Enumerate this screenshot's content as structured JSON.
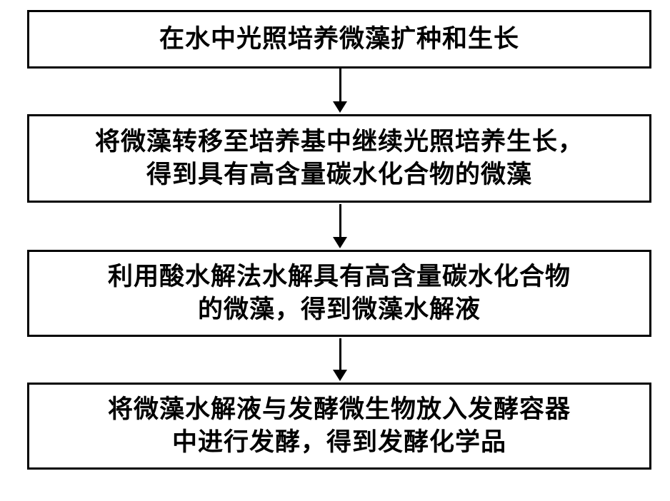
{
  "flowchart": {
    "title": "",
    "colors": {
      "border": "#000000",
      "background": "#ffffff",
      "text": "#000000"
    },
    "steps": [
      {
        "id": "step-1",
        "lines": [
          "在水中光照培养微藻扩种和生长"
        ]
      },
      {
        "id": "step-2",
        "lines": [
          "将微藻转移至培养基中继续光照培养生长，",
          "得到具有高含量碳水化合物的微藻"
        ]
      },
      {
        "id": "step-3",
        "lines": [
          "利用酸水解法水解具有高含量碳水化合物",
          "的微藻，得到微藻水解液"
        ]
      },
      {
        "id": "step-4",
        "lines": [
          "将微藻水解液与发酵微生物放入发酵容器",
          "中进行发酵，得到发酵化学品"
        ]
      }
    ]
  }
}
